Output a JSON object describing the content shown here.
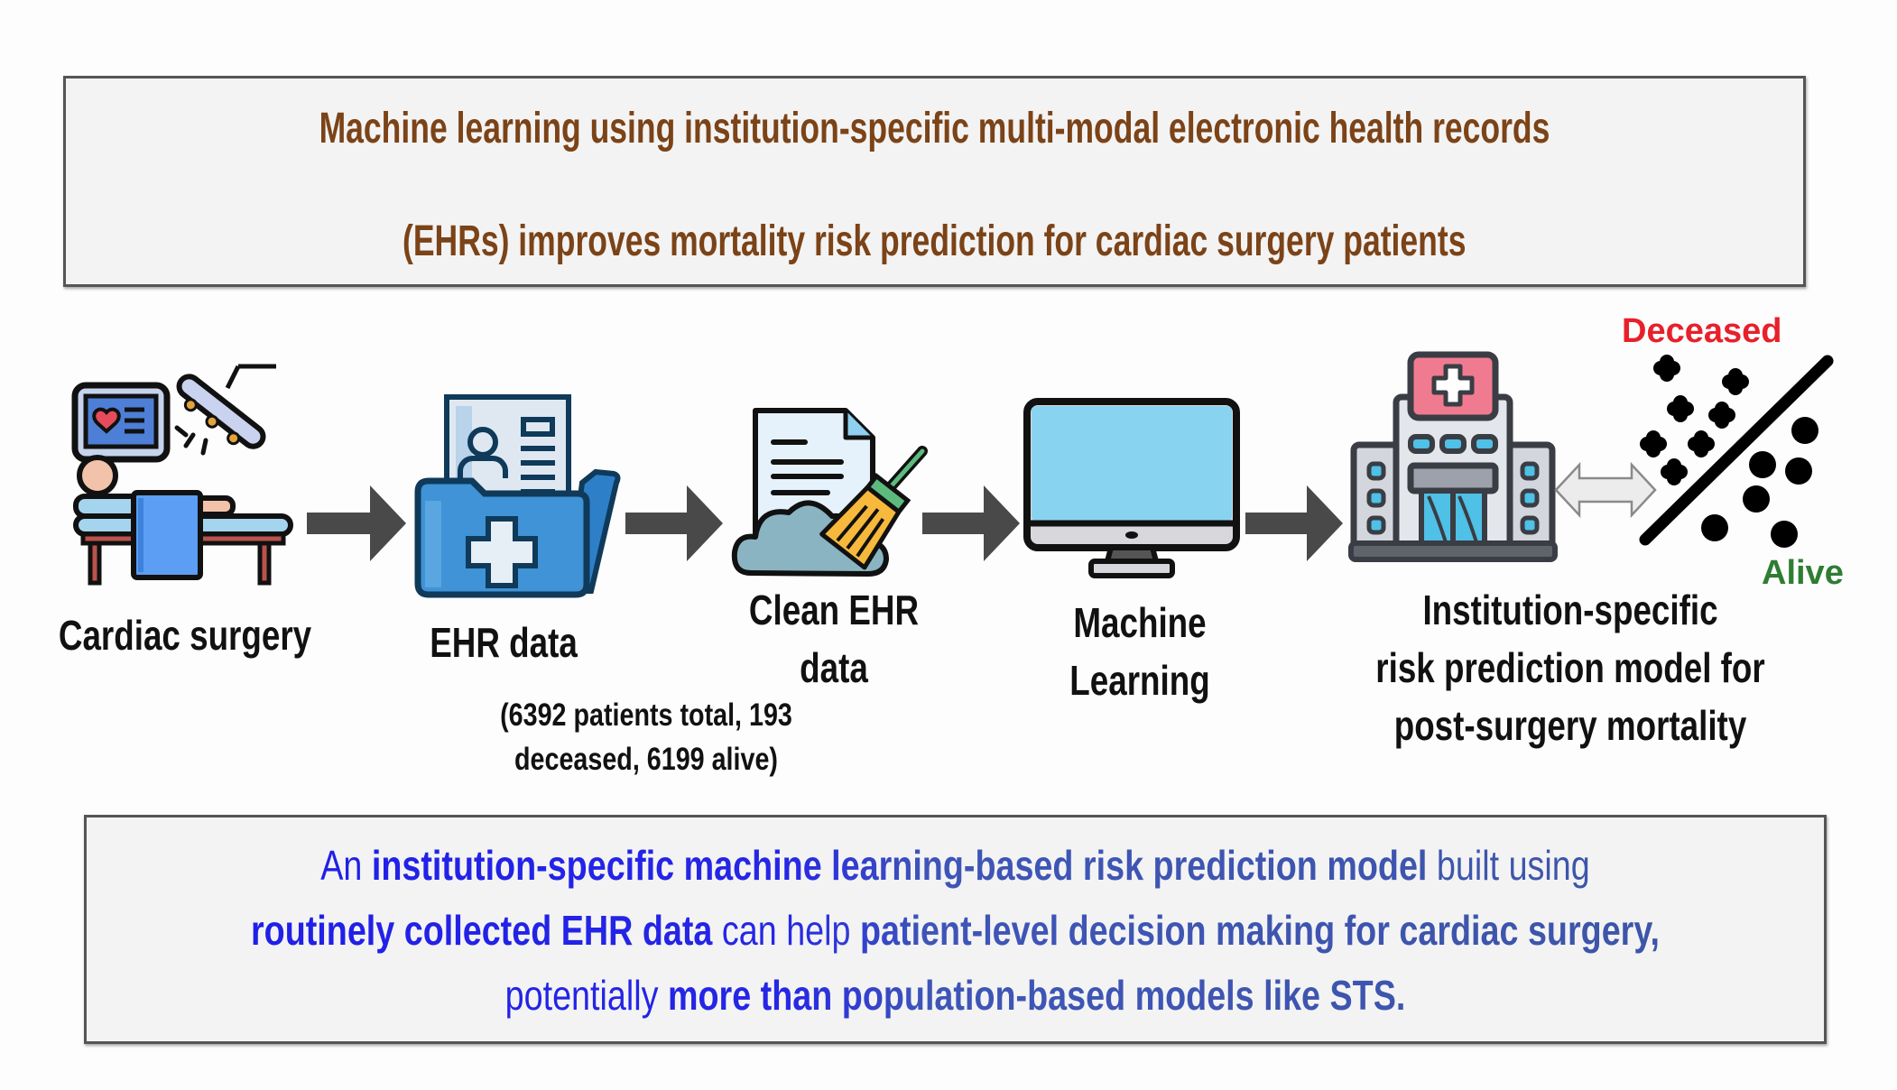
{
  "title_box": {
    "line1": "Machine learning using institution-specific multi-modal electronic health records",
    "line2": "(EHRs) improves mortality risk prediction for cardiac surgery patients"
  },
  "flow": {
    "steps": [
      {
        "icon": "surgery-patient-icon",
        "label_lines": [
          "Cardiac surgery"
        ]
      },
      {
        "icon": "medical-folder-icon",
        "label_lines": [
          "EHR data"
        ]
      },
      {
        "icon": "document-broom-icon",
        "label_lines": [
          "Clean EHR",
          "data"
        ]
      },
      {
        "icon": "monitor-icon",
        "label_lines": [
          "Machine",
          "Learning"
        ]
      },
      {
        "icon": "hospital-icon",
        "label_lines": [
          "Institution-specific",
          "risk prediction model for",
          "post-surgery mortality"
        ]
      }
    ],
    "ehr_caption_lines": [
      "(6392 patients total, 193",
      "deceased, 6199 alive)"
    ],
    "arrow_icon": "right-arrow-icon",
    "bidirectional_icon": "double-arrow-icon",
    "classifier": {
      "icon": "classification-scatter-icon",
      "top_label": "Deceased",
      "bottom_label": "Alive",
      "top_color": "#e8202a",
      "bottom_color": "#2e7d32"
    }
  },
  "conclusion_box": {
    "line1": [
      {
        "text": "An ",
        "bold": false
      },
      {
        "text": "institution-specific machine learning-based risk prediction model",
        "bold": true
      },
      {
        "text": " built using",
        "bold": false
      }
    ],
    "line2": [
      {
        "text": "routinely collected EHR data",
        "bold": true
      },
      {
        "text": " can help ",
        "bold": false
      },
      {
        "text": "patient-level decision making for cardiac surgery,",
        "bold": true
      }
    ],
    "line3": [
      {
        "text": "potentially ",
        "bold": false
      },
      {
        "text": "more",
        "bold": true
      },
      {
        "text": " than population-based models like STS.",
        "bold": true
      }
    ]
  },
  "colors": {
    "title_text": "#7b4317",
    "conclusion_bold": "#1f1fe8",
    "conclusion_regular": "#3e55b8",
    "arrow": "#4a4a4a",
    "box_bg": "#f3f3f3",
    "box_border": "#555555"
  },
  "data": {
    "patients_total": 6392,
    "deceased": 193,
    "alive": 6199
  }
}
